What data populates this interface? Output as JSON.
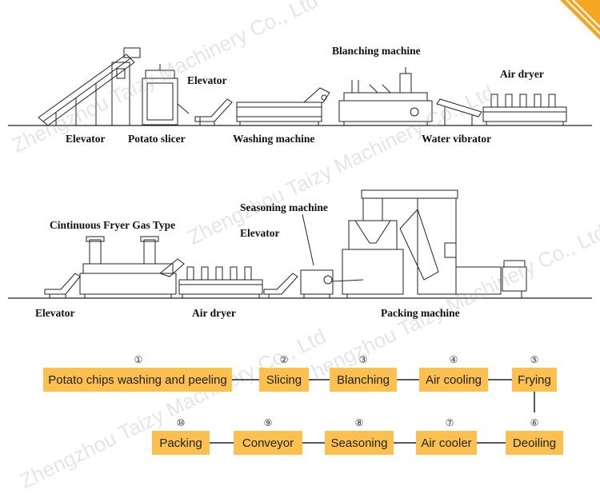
{
  "watermark": "Zhengzhou Taizy Machinery Co., Ltd",
  "machines": {
    "blanching_machine": "Blanching machine",
    "air_dryer_top": "Air dryer",
    "elevator_top_small": "Elevator",
    "elevator_top_left": "Elevator",
    "potato_slicer": "Potato slicer",
    "washing_machine": "Washing machine",
    "water_vibrator": "Water vibrator",
    "seasoning_machine": "Seasoning machine",
    "fryer": "Cintinuous Fryer Gas Type",
    "elevator_mid": "Elevator",
    "elevator_bottom_left": "Elevator",
    "air_dryer_bottom": "Air dryer",
    "packing_machine": "Packing machine"
  },
  "steps": [
    {
      "num": "①",
      "label": "Potato chips washing and peeling"
    },
    {
      "num": "②",
      "label": "Slicing"
    },
    {
      "num": "③",
      "label": "Blanching"
    },
    {
      "num": "④",
      "label": "Air cooling"
    },
    {
      "num": "⑤",
      "label": "Frying"
    },
    {
      "num": "⑥",
      "label": "Deoiling"
    },
    {
      "num": "⑦",
      "label": "Air cooler"
    },
    {
      "num": "⑧",
      "label": "Seasoning"
    },
    {
      "num": "⑨",
      "label": "Conveyor"
    },
    {
      "num": "⑩",
      "label": "Packing"
    }
  ],
  "colors": {
    "step_fill": "#fbc04f",
    "corner_accent": "#f5a623"
  }
}
